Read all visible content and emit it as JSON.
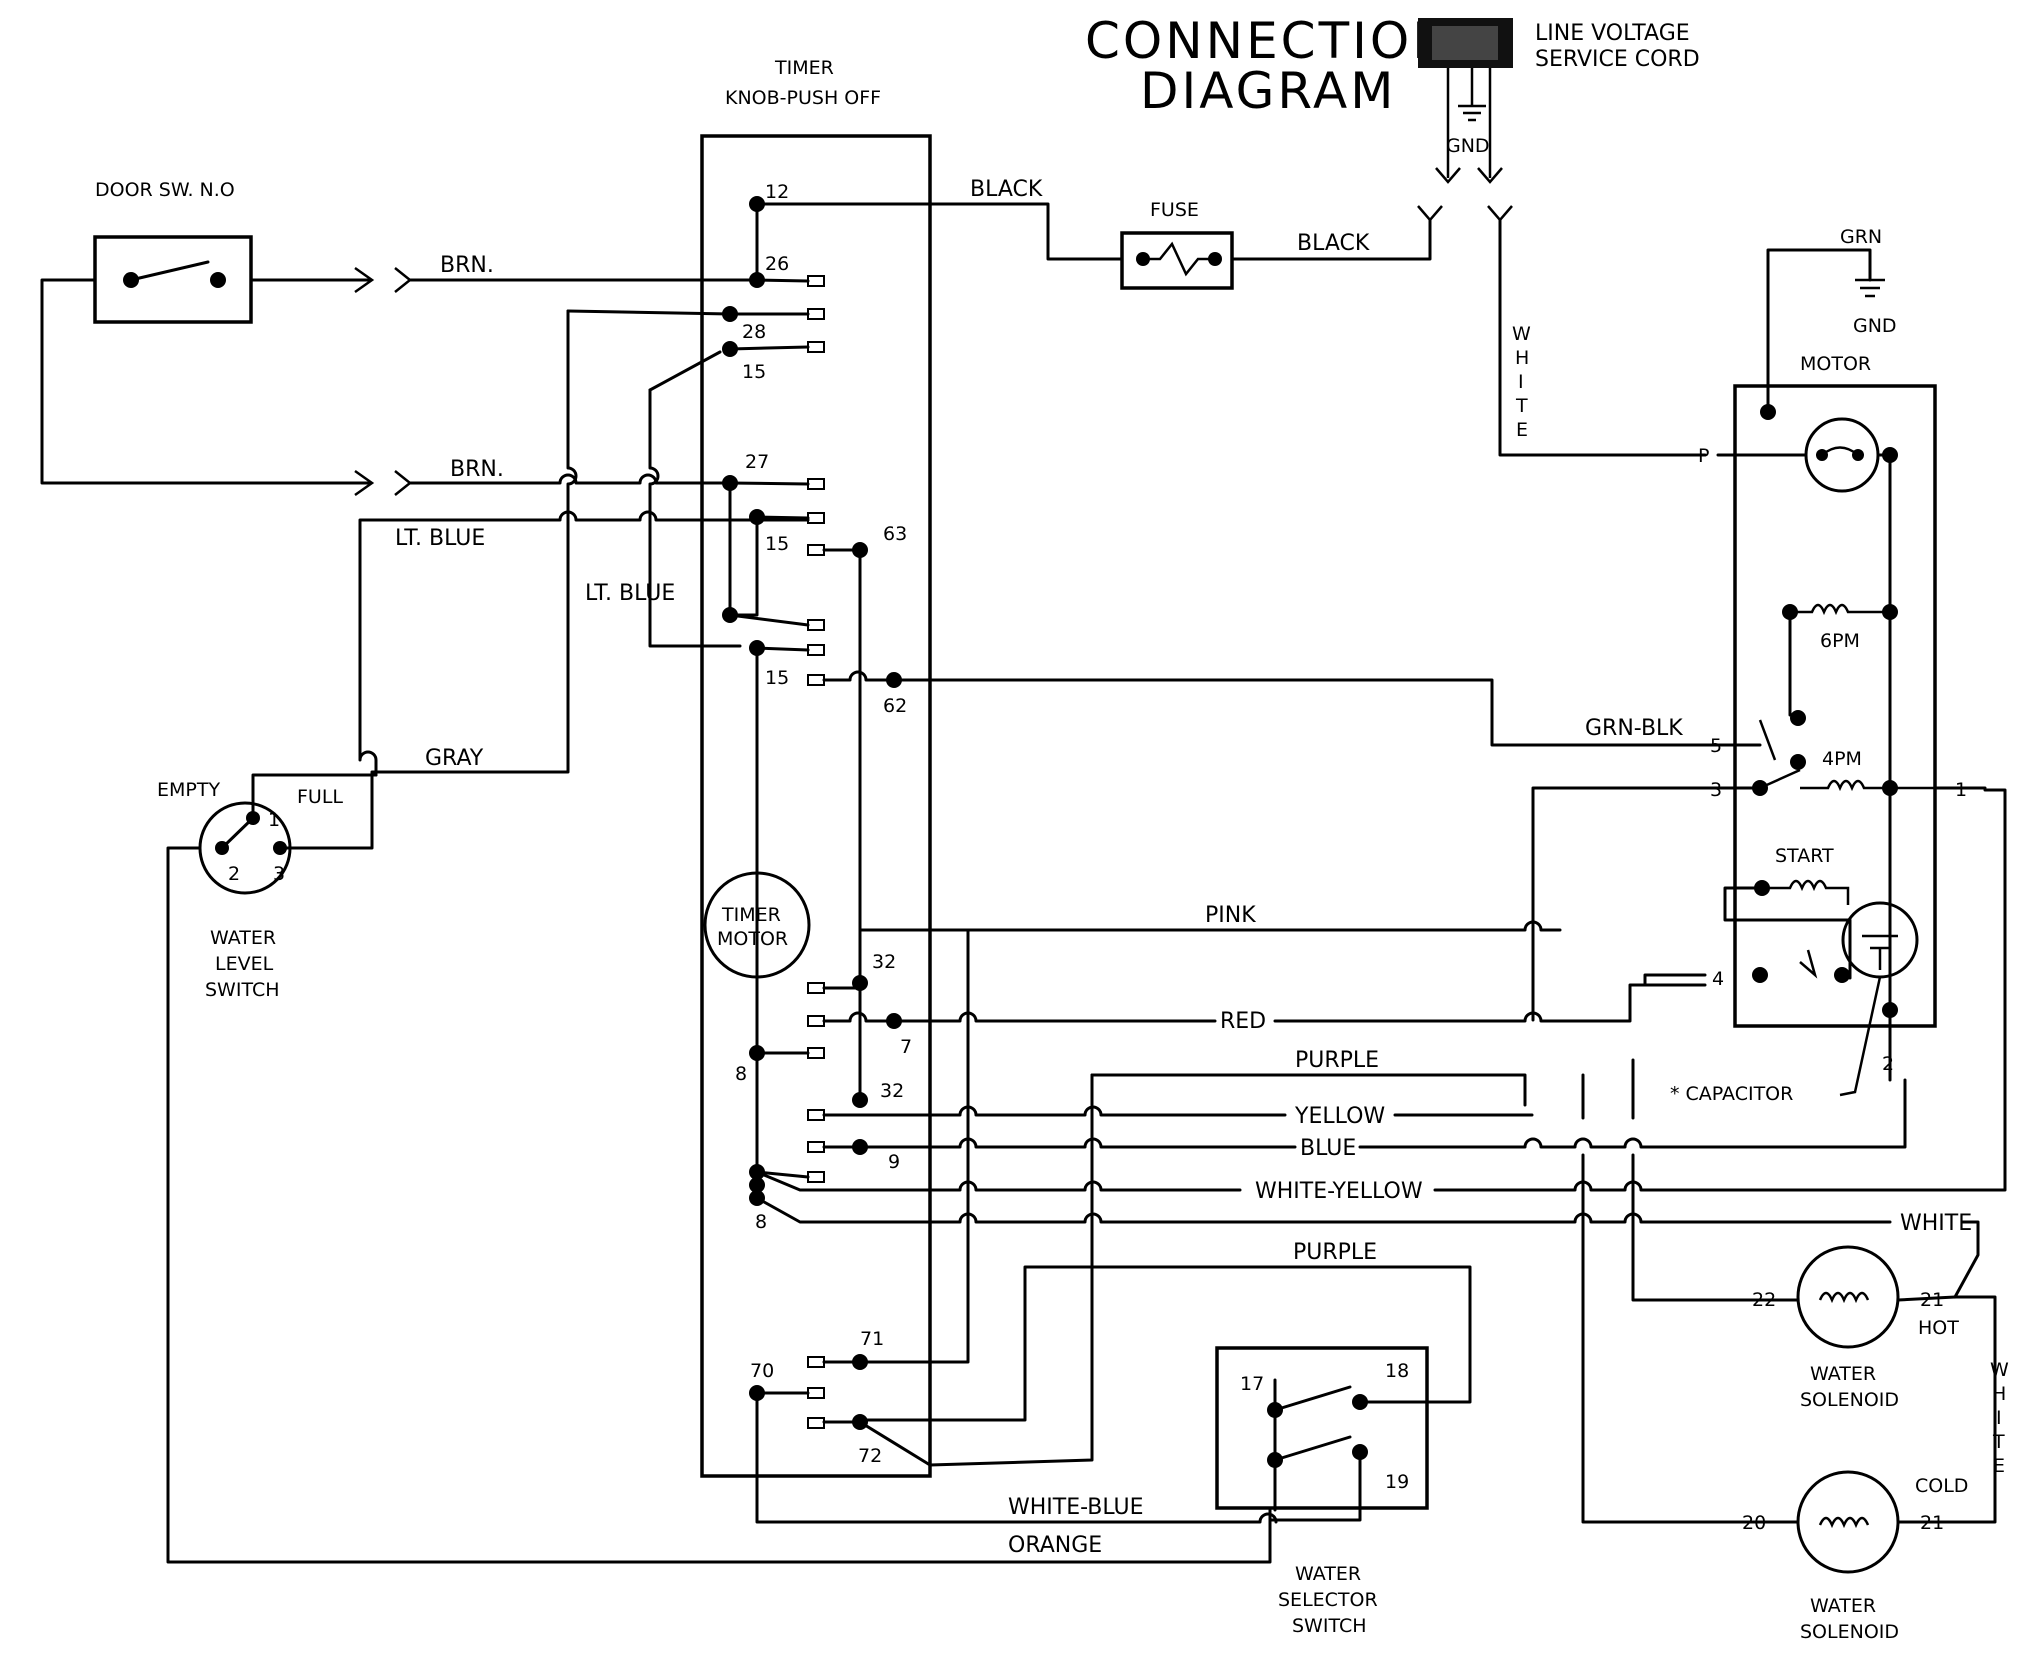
{
  "title": {
    "line1": "CONNECTION",
    "line2": "DIAGRAM"
  },
  "cord": {
    "line1": "LINE VOLTAGE",
    "line2": "SERVICE CORD",
    "gnd": "GND"
  },
  "door_switch": {
    "label": "DOOR SW. N.O"
  },
  "timer": {
    "line1": "TIMER",
    "line2": "KNOB-PUSH OFF",
    "motor_line1": "TIMER",
    "motor_line2": "MOTOR"
  },
  "fuse": {
    "label": "FUSE"
  },
  "water_level_switch": {
    "line1": "WATER",
    "line2": "LEVEL",
    "line3": "SWITCH",
    "empty": "EMPTY",
    "full": "FULL",
    "t1": "1",
    "t2": "2",
    "t3": "3"
  },
  "motor": {
    "label": "MOTOR",
    "gnd": "GND",
    "grn": "GRN",
    "p": "P",
    "six_pm": "6PM",
    "four_pm": "4PM",
    "start": "START",
    "t5": "5",
    "t3": "3",
    "t1": "1",
    "t4": "4",
    "t2": "2"
  },
  "capacitor": {
    "label": "* CAPACITOR"
  },
  "water_selector": {
    "line1": "WATER",
    "line2": "SELECTOR",
    "line3": "SWITCH",
    "t17": "17",
    "t18": "18",
    "t19": "19"
  },
  "solenoid_hot": {
    "line1": "WATER",
    "line2": "SOLENOID",
    "t22": "22",
    "t21": "21",
    "hot": "HOT"
  },
  "solenoid_cold": {
    "line1": "WATER",
    "line2": "SOLENOID",
    "t20": "20",
    "t21": "21",
    "cold": "COLD"
  },
  "terminals": {
    "t12": "12",
    "t26": "26",
    "t28": "28",
    "t15a": "15",
    "t27": "27",
    "t15b": "15",
    "t63": "63",
    "t15c": "15",
    "t62": "62",
    "t32a": "32",
    "t7": "7",
    "t8a": "8",
    "t32b": "32",
    "t9": "9",
    "t8b": "8",
    "t71": "71",
    "t70": "70",
    "t72": "72"
  },
  "wires": {
    "black_top": "BLACK",
    "black_right": "BLACK",
    "brn_top": "BRN.",
    "brn_mid": "BRN.",
    "lt_blue_1": "LT. BLUE",
    "lt_blue_2": "LT. BLUE",
    "gray": "GRAY",
    "grn_blk": "GRN-BLK",
    "white_v": "WHITE",
    "pink": "PINK",
    "red": "RED",
    "purple_1": "PURPLE",
    "yellow": "YELLOW",
    "blue": "BLUE",
    "white_yellow": "WHITE-YELLOW",
    "white_h": "WHITE",
    "purple_2": "PURPLE",
    "white_blue": "WHITE-BLUE",
    "orange": "ORANGE",
    "white_v2": "WHITE"
  }
}
